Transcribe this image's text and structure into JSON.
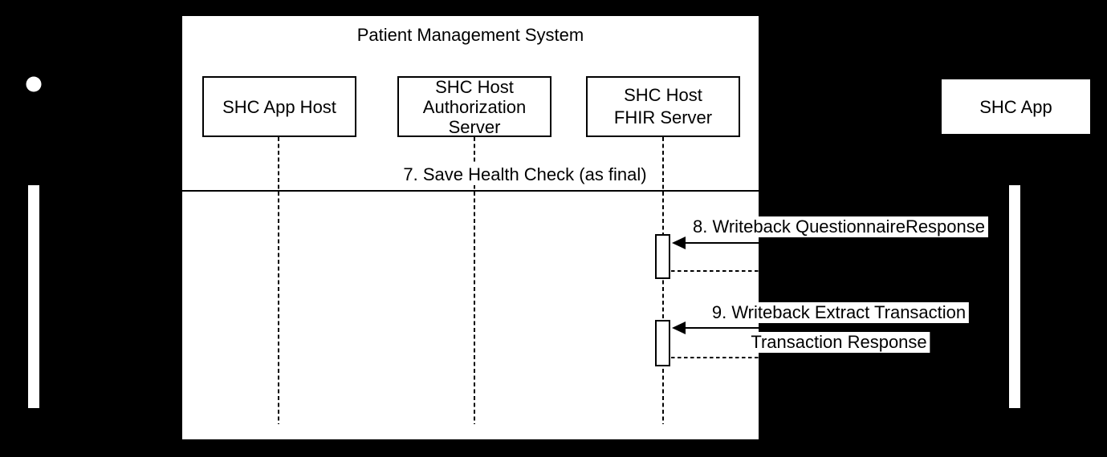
{
  "colors": {
    "background": "#000000",
    "surface": "#ffffff",
    "stroke": "#000000",
    "text": "#000000"
  },
  "diagram": {
    "type": "uml-sequence-diagram",
    "frame_title": "Patient Management System",
    "actor": {
      "symbol": "entity-circle-bullet"
    },
    "participants": [
      {
        "name": "SHC App Host",
        "lines": [
          "SHC App Host"
        ],
        "inside_frame": true
      },
      {
        "name": "SHC Host Authorization Server",
        "lines": [
          "SHC Host",
          "Authorization",
          "Server"
        ],
        "inside_frame": true
      },
      {
        "name": "SHC Host FHIR Server",
        "lines": [
          "SHC Host",
          "FHIR Server"
        ],
        "inside_frame": true
      },
      {
        "name": "SHC App",
        "lines": [
          "SHC App"
        ],
        "inside_frame": false
      }
    ],
    "messages": [
      {
        "label": "7. Save Health Check (as final)",
        "style": "solid-arrow"
      },
      {
        "label": "8. Writeback QuestionnaireResponse",
        "style": "solid-arrow"
      },
      {
        "label": "",
        "style": "dashed-return"
      },
      {
        "label": "9. Writeback Extract Transaction",
        "style": "solid-arrow"
      },
      {
        "label": "Transaction Response",
        "style": "dashed-return"
      }
    ]
  }
}
